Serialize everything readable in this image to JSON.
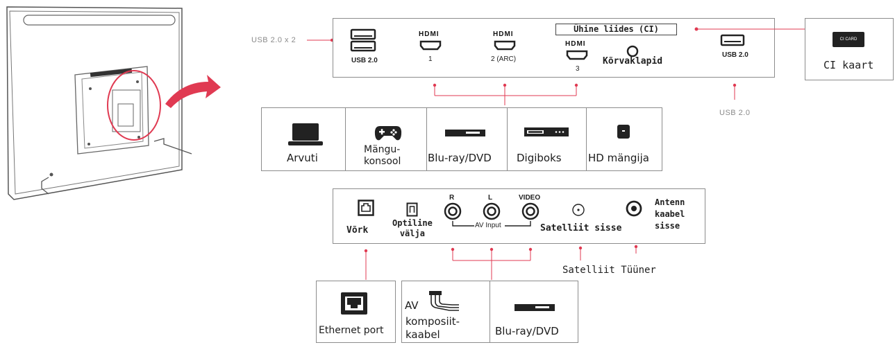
{
  "left_labels": {
    "usb_pair": "USB 2.0 x 2"
  },
  "top_panel": {
    "usb_left": "USB 2.0",
    "hdmi_logo": "HDMI",
    "hdmi1": "1",
    "hdmi2": "2 (ARC)",
    "hdmi3": "3",
    "common_interface": "Ühine liides (CI)",
    "headphones": "Kõrvaklapid",
    "usb_right": "USB 2.0"
  },
  "usb_bottom_label": "USB 2.0",
  "ci_card": {
    "chip_text": "CI CARD",
    "label": "CI kaart"
  },
  "devices_top": [
    {
      "id": "computer",
      "label": "Arvuti"
    },
    {
      "id": "console",
      "label": "Mängu-\nkonsool"
    },
    {
      "id": "bluray",
      "label": "Blu-ray/DVD"
    },
    {
      "id": "stb",
      "label": "Digiboks"
    },
    {
      "id": "hdplayer",
      "label": "HD mängija"
    }
  ],
  "bottom_panel": {
    "network": "Võrk",
    "optical": "Optiline\nvälja",
    "av_r": "R",
    "av_l": "L",
    "av_video": "VIDEO",
    "av_input": "AV Input",
    "satellite_in": "Satelliit sisse",
    "antenna": "Antenn\nkaabel\nsisse"
  },
  "satellite_tuner": "Satelliit Tüüner",
  "devices_bottom": [
    {
      "id": "ethernet",
      "label": "Ethernet port"
    },
    {
      "id": "av_cable",
      "label_top": "AV",
      "label": "komposiit-\nkaabel"
    },
    {
      "id": "bluray2",
      "label": "Blu-ray/DVD"
    }
  ],
  "colors": {
    "accent": "#e03a52",
    "border": "#8c8c8c",
    "text": "#1f1f1f"
  }
}
